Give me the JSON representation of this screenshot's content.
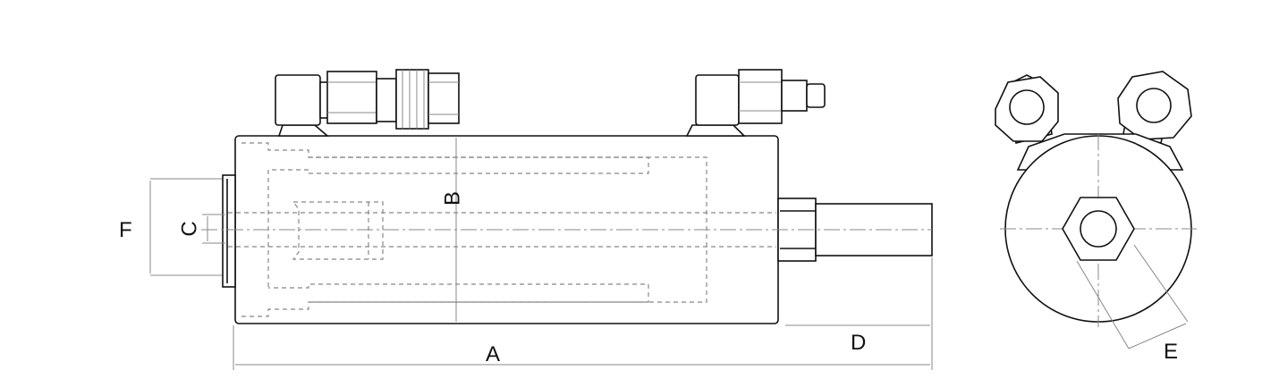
{
  "labels": {
    "A": "A",
    "B": "B",
    "C": "C",
    "D": "D",
    "E": "E",
    "F": "F"
  },
  "colors": {
    "line": "#111111",
    "hidden": "#888888",
    "background": "#ffffff"
  }
}
